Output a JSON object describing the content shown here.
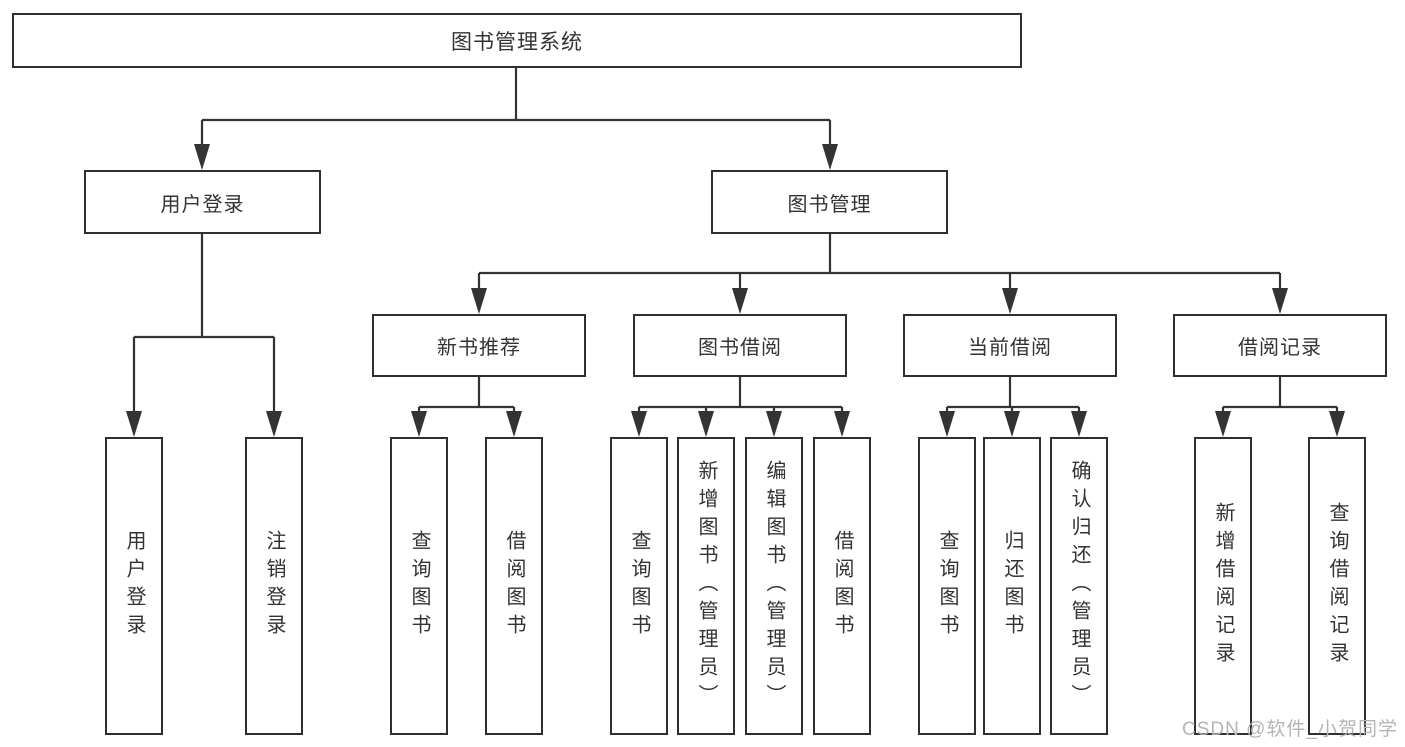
{
  "diagram": {
    "root": {
      "label": "图书管理系统"
    },
    "level2": [
      {
        "id": "user-login",
        "label": "用户登录"
      },
      {
        "id": "book-management",
        "label": "图书管理"
      }
    ],
    "level3": [
      {
        "id": "new-book-recommendation",
        "label": "新书推荐",
        "parent": "图书管理"
      },
      {
        "id": "book-borrowing",
        "label": "图书借阅",
        "parent": "图书管理"
      },
      {
        "id": "current-borrowing",
        "label": "当前借阅",
        "parent": "图书管理"
      },
      {
        "id": "borrowing-records",
        "label": "借阅记录",
        "parent": "图书管理"
      }
    ],
    "leaves": [
      {
        "id": "user-login",
        "label": "用户登录",
        "parent": "用户登录"
      },
      {
        "id": "logout",
        "label": "注销登录",
        "parent": "用户登录"
      },
      {
        "id": "query-books-recommend",
        "label": "查询图书",
        "parent": "新书推荐"
      },
      {
        "id": "borrow-books-recommend",
        "label": "借阅图书",
        "parent": "新书推荐"
      },
      {
        "id": "query-books-borrowing",
        "label": "查询图书",
        "parent": "图书借阅"
      },
      {
        "id": "add-books-admin",
        "label": "新增图书（管理员）",
        "parent": "图书借阅"
      },
      {
        "id": "edit-books-admin",
        "label": "编辑图书（管理员）",
        "parent": "图书借阅"
      },
      {
        "id": "borrow-books-borrowing",
        "label": "借阅图书",
        "parent": "图书借阅"
      },
      {
        "id": "query-books-current",
        "label": "查询图书",
        "parent": "当前借阅"
      },
      {
        "id": "return-books",
        "label": "归还图书",
        "parent": "当前借阅"
      },
      {
        "id": "confirm-return-admin",
        "label": "确认归还（管理员）",
        "parent": "当前借阅"
      },
      {
        "id": "add-borrow-record",
        "label": "新增借阅记录",
        "parent": "借阅记录"
      },
      {
        "id": "query-borrow-record",
        "label": "查询借阅记录",
        "parent": "借阅记录"
      }
    ],
    "watermark": "CSDN @软件_小贺同学",
    "colors": {
      "line": "#333333",
      "box_border": "#2f2f2f",
      "text": "#333333",
      "watermark": "#b4b4b8",
      "background": "#ffffff"
    }
  }
}
